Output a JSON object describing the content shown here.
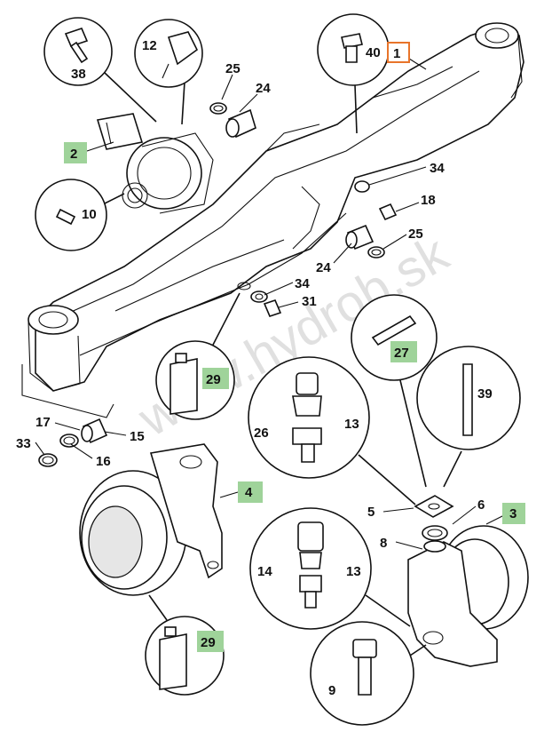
{
  "watermark": "www.hydrob.sk",
  "highlight_colors": {
    "assembly": "#9fd39a",
    "main": "#e8742a"
  },
  "callouts": {
    "c1": "1",
    "c2": "2",
    "c3": "3",
    "c4": "4",
    "c5": "5",
    "c6": "6",
    "c8": "8",
    "c9": "9",
    "c10": "10",
    "c12": "12",
    "c13a": "13",
    "c13b": "13",
    "c14": "14",
    "c15": "15",
    "c16": "16",
    "c17": "17",
    "c18": "18",
    "c24a": "24",
    "c24b": "24",
    "c25a": "25",
    "c25b": "25",
    "c26": "26",
    "c27": "27",
    "c29a": "29",
    "c29b": "29",
    "c31": "31",
    "c33": "33",
    "c34a": "34",
    "c34b": "34",
    "c38": "38",
    "c39": "39",
    "c40": "40"
  }
}
